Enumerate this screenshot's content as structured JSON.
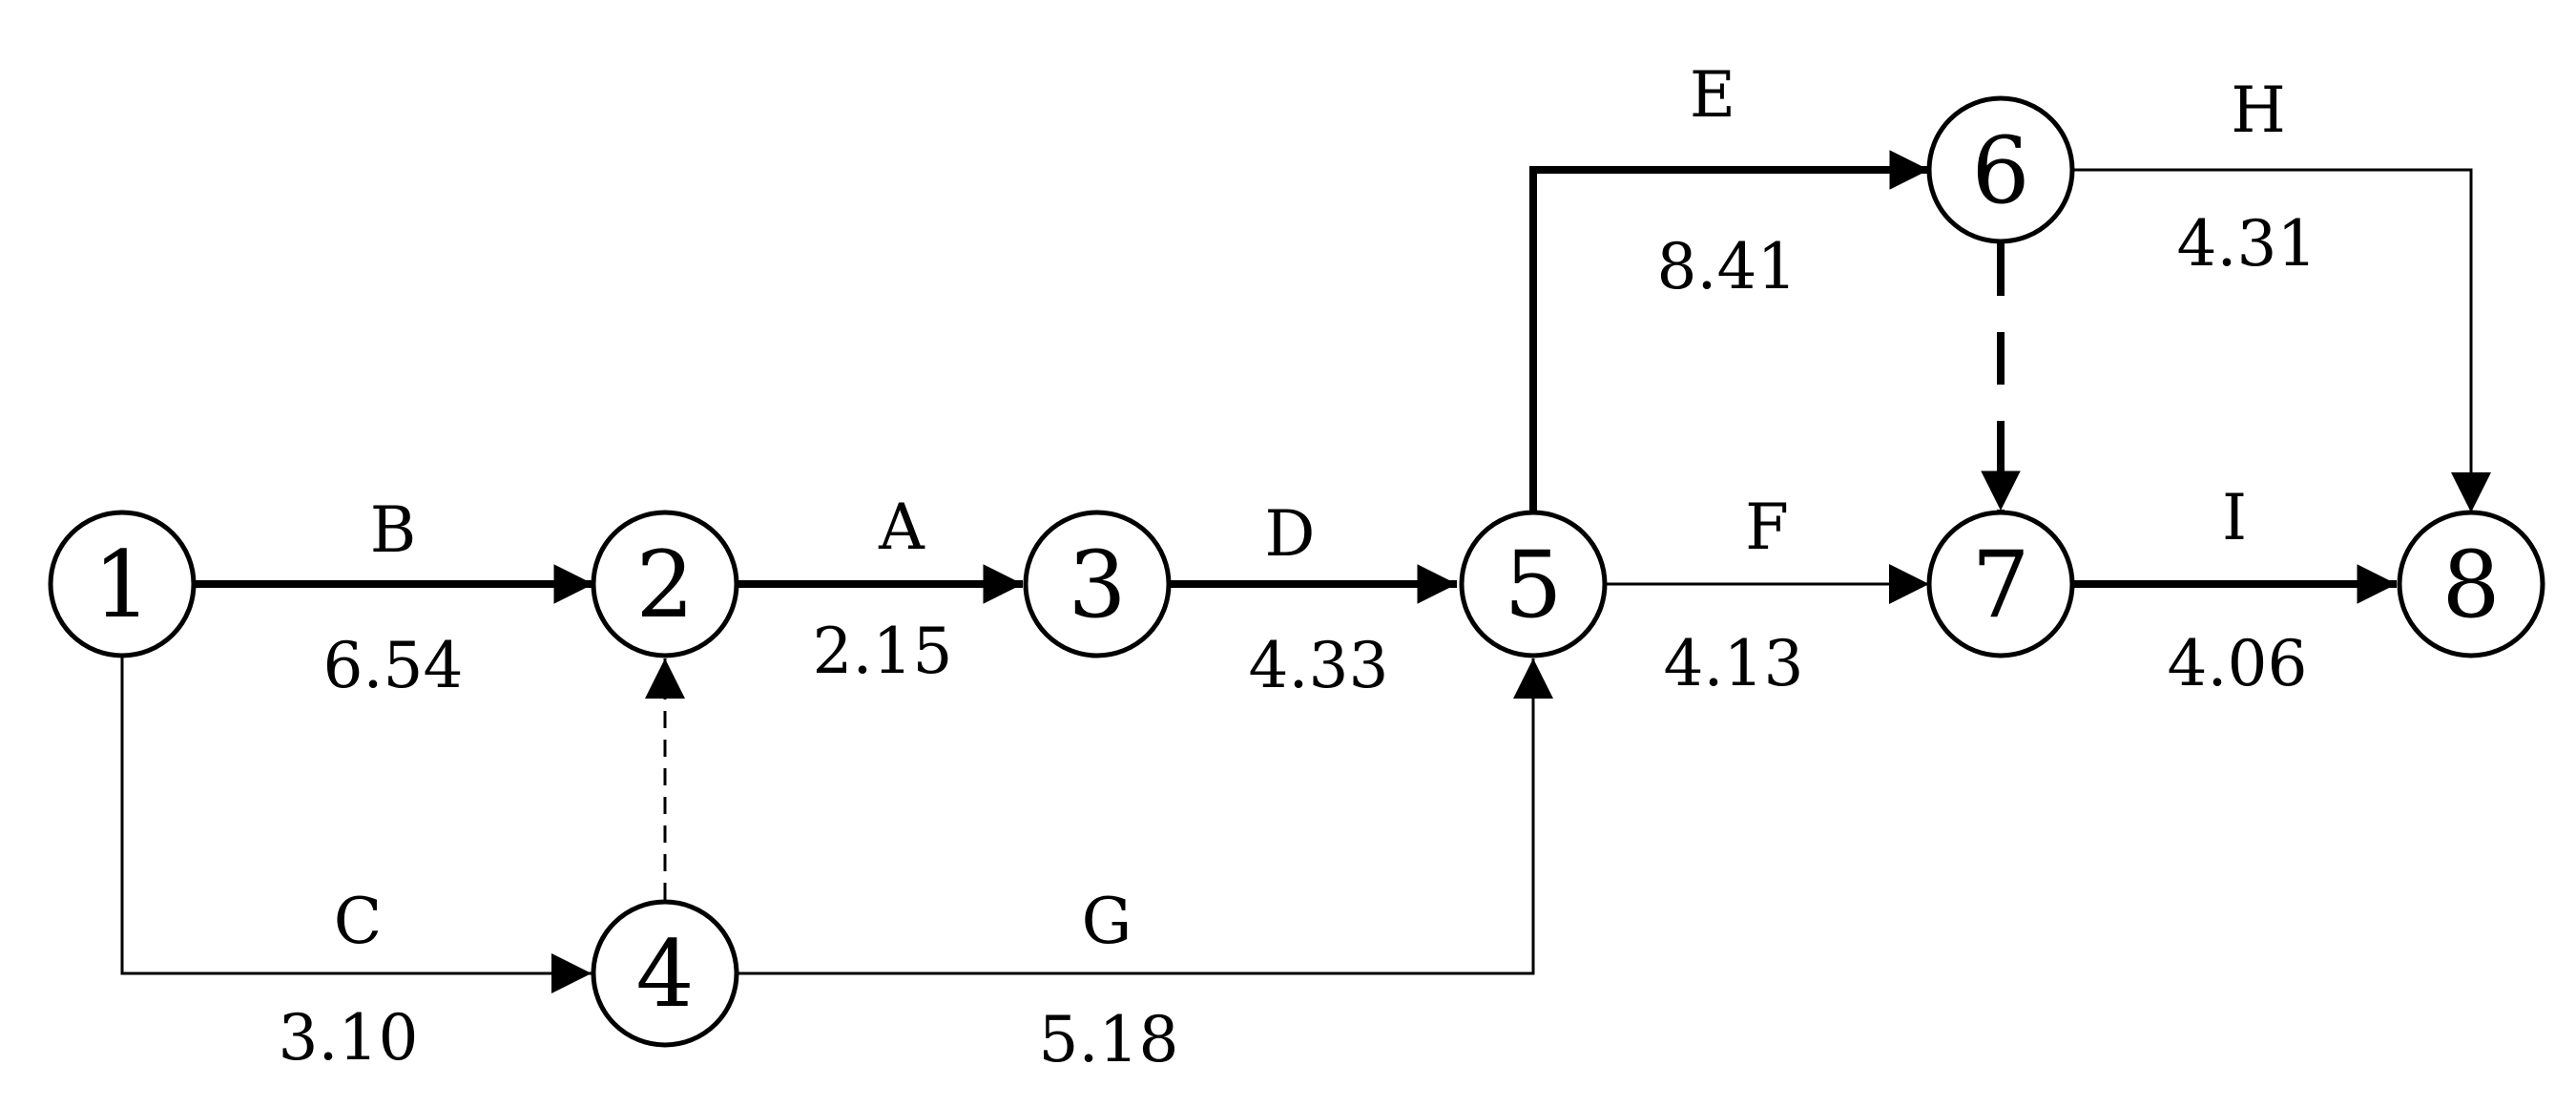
{
  "colors": {
    "line": "#000000",
    "background": "#ffffff",
    "node_fill": "#ffffff"
  },
  "nodes": [
    {
      "id": "1",
      "label": "1"
    },
    {
      "id": "2",
      "label": "2"
    },
    {
      "id": "3",
      "label": "3"
    },
    {
      "id": "4",
      "label": "4"
    },
    {
      "id": "5",
      "label": "5"
    },
    {
      "id": "6",
      "label": "6"
    },
    {
      "id": "7",
      "label": "7"
    },
    {
      "id": "8",
      "label": "8"
    }
  ],
  "activities": [
    {
      "id": "B",
      "name": "B",
      "duration": "6.54",
      "from": "1",
      "to": "2",
      "critical": true
    },
    {
      "id": "A",
      "name": "A",
      "duration": "2.15",
      "from": "2",
      "to": "3",
      "critical": true
    },
    {
      "id": "D",
      "name": "D",
      "duration": "4.33",
      "from": "3",
      "to": "5",
      "critical": true
    },
    {
      "id": "E",
      "name": "E",
      "duration": "8.41",
      "from": "5",
      "to": "6",
      "critical": true
    },
    {
      "id": "F",
      "name": "F",
      "duration": "4.13",
      "from": "5",
      "to": "7",
      "critical": false
    },
    {
      "id": "I",
      "name": "I",
      "duration": "4.06",
      "from": "7",
      "to": "8",
      "critical": true
    },
    {
      "id": "H",
      "name": "H",
      "duration": "4.31",
      "from": "6",
      "to": "8",
      "critical": false
    },
    {
      "id": "C",
      "name": "C",
      "duration": "3.10",
      "from": "1",
      "to": "4",
      "critical": false
    },
    {
      "id": "G",
      "name": "G",
      "duration": "5.18",
      "from": "4",
      "to": "5",
      "critical": false
    }
  ],
  "dummies": [
    {
      "id": "4-2",
      "from": "4",
      "to": "2",
      "critical": false
    },
    {
      "id": "6-7",
      "from": "6",
      "to": "7",
      "critical": true
    }
  ]
}
